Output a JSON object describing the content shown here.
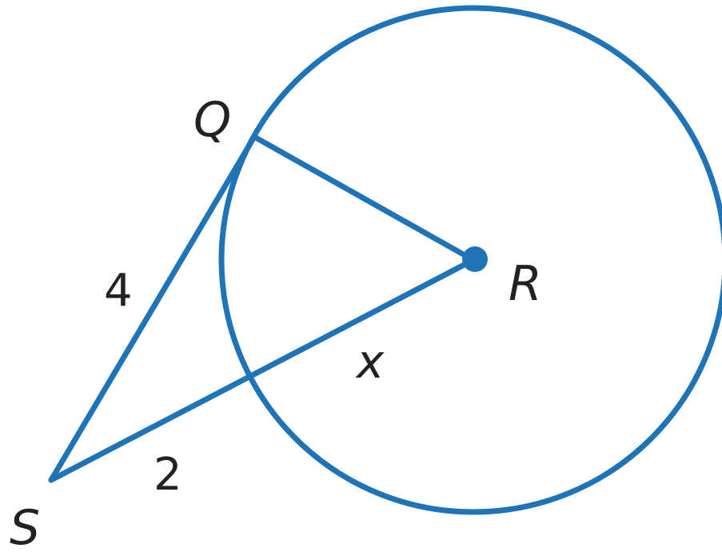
{
  "labels": {
    "point_q": "Q",
    "point_r": "R",
    "point_s": "S",
    "length_sq": "4",
    "length_s_to_circle": "2",
    "length_x": "x"
  },
  "colors": {
    "stroke": "#1f74b7",
    "text": "#222222"
  }
}
